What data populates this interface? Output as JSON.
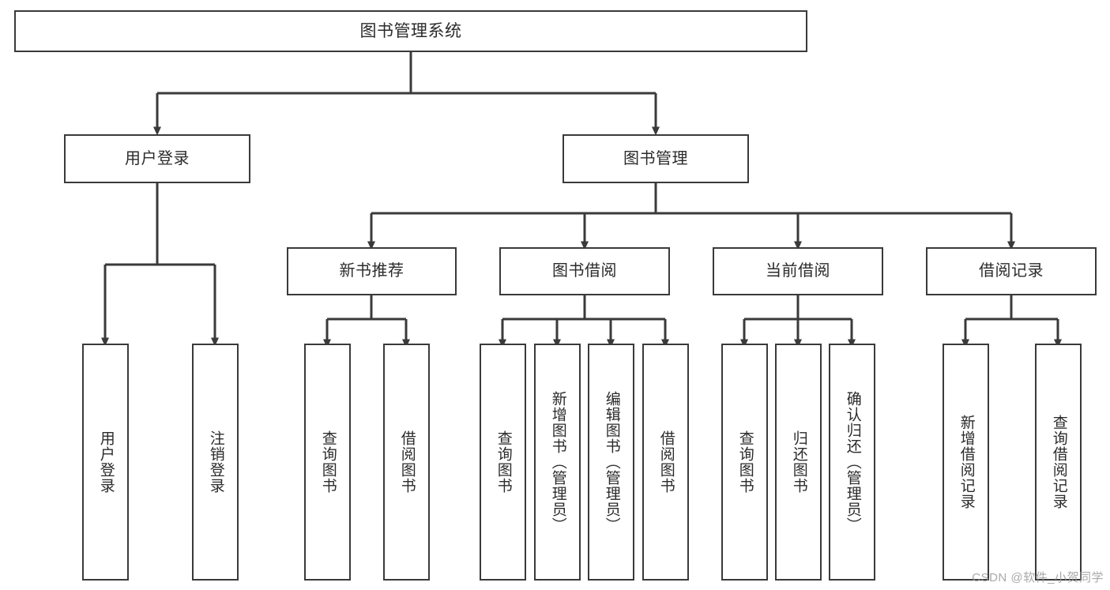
{
  "diagram": {
    "title": "图书管理系统",
    "type": "tree",
    "watermark": "CSDN @软件_小贺同学",
    "colors": {
      "box_border": "#3a3a3a",
      "box_fill": "#ffffff",
      "connector": "#3a3a3a",
      "text": "#2b2b2b",
      "watermark": "#9a9a9a"
    },
    "root": {
      "label": "图书管理系统"
    },
    "level2": [
      {
        "label": "用户登录"
      },
      {
        "label": "图书管理"
      }
    ],
    "level3": [
      {
        "label": "新书推荐"
      },
      {
        "label": "图书借阅"
      },
      {
        "label": "当前借阅"
      },
      {
        "label": "借阅记录"
      }
    ],
    "leaves": {
      "user_login": [
        {
          "label": "用户登录"
        },
        {
          "label": "注销登录"
        }
      ],
      "new_book": [
        {
          "label": "查询图书"
        },
        {
          "label": "借阅图书"
        }
      ],
      "book_borrow": [
        {
          "label": "查询图书"
        },
        {
          "label": "新增图书（管理员）"
        },
        {
          "label": "编辑图书（管理员）"
        },
        {
          "label": "借阅图书"
        }
      ],
      "current_borrow": [
        {
          "label": "查询图书"
        },
        {
          "label": "归还图书"
        },
        {
          "label": "确认归还（管理员）"
        }
      ],
      "borrow_record": [
        {
          "label": "新增借阅记录"
        },
        {
          "label": "查询借阅记录"
        }
      ]
    }
  }
}
